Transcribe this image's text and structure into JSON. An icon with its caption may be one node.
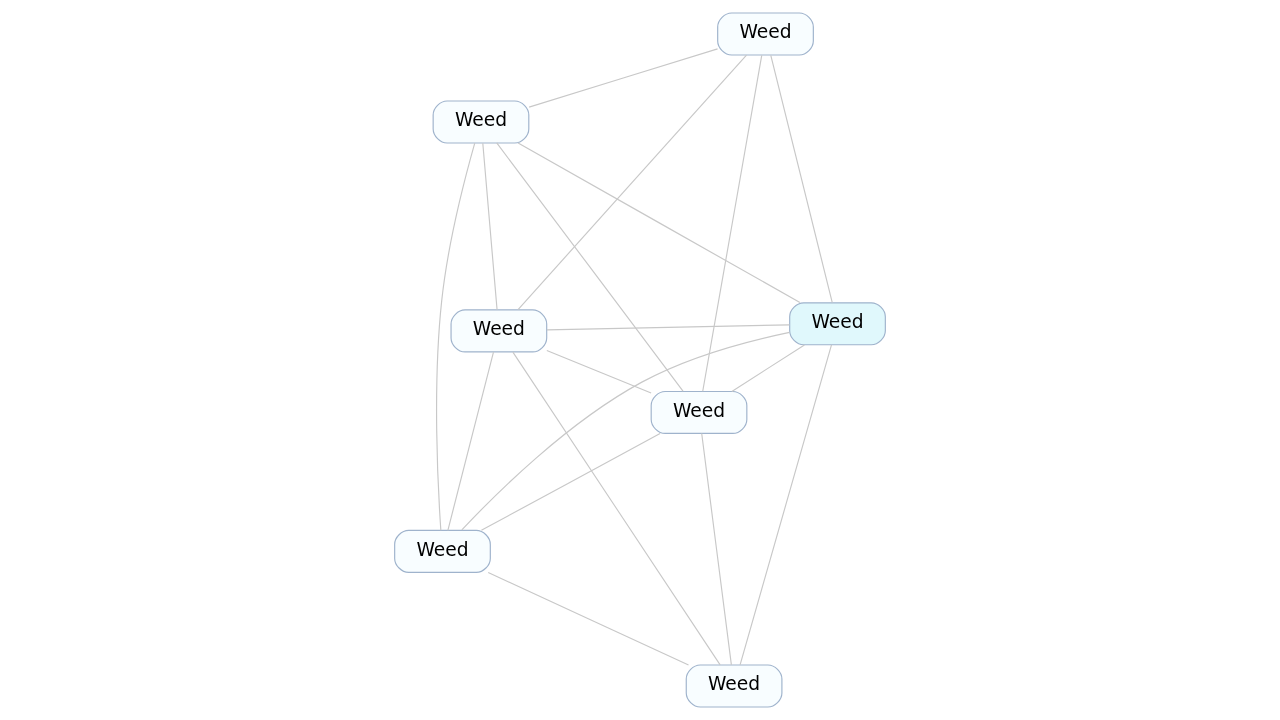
{
  "diagram": {
    "nodes": [
      {
        "text": [
          "Weed"
        ]
      },
      {
        "text": [
          "Weed"
        ]
      },
      {
        "text": [
          "Weed"
        ]
      },
      {
        "text": [
          "Weed"
        ]
      },
      {
        "text": [
          "Weed"
        ]
      },
      {
        "text": [
          "Weed"
        ]
      },
      {
        "text": [
          "Weed"
        ]
      }
    ],
    "edges": [
      {
        "from": 0,
        "to": 1,
        "arrow": "none"
      },
      {
        "from": 0,
        "to": 2,
        "arrow": "none"
      },
      {
        "from": 0,
        "to": 4,
        "arrow": "none"
      },
      {
        "from": 0,
        "to": 6,
        "arrow": "none"
      },
      {
        "from": 0,
        "to": 3,
        "arrow": "none"
      },
      {
        "from": 0,
        "to": 5,
        "arrow": "none"
      },
      {
        "from": 1,
        "to": 2,
        "arrow": "none"
      },
      {
        "from": 1,
        "to": 3,
        "arrow": "none"
      },
      {
        "from": 1,
        "to": 5,
        "arrow": "none"
      },
      {
        "from": 2,
        "to": 4,
        "arrow": "none"
      },
      {
        "from": 2,
        "to": 3,
        "arrow": "none"
      },
      {
        "from": 2,
        "to": 5,
        "arrow": "none"
      },
      {
        "from": 2,
        "to": 6,
        "arrow": "none"
      },
      {
        "from": 4,
        "to": 6,
        "arrow": "none"
      },
      {
        "from": 4,
        "to": 5,
        "arrow": "none"
      },
      {
        "from": 6,
        "to": 5,
        "arrow": "none"
      },
      {
        "from": 6,
        "to": 3,
        "arrow": "none"
      },
      {
        "from": 3,
        "to": 5,
        "arrow": "none"
      }
    ]
  }
}
